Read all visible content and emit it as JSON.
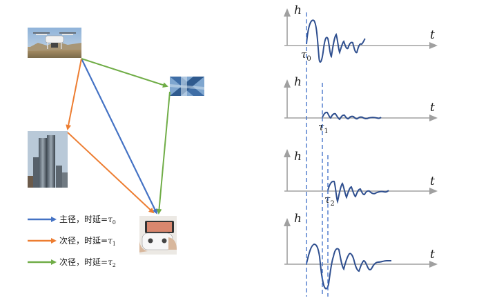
{
  "colors": {
    "main_path": "#4472c4",
    "secondary_path_1": "#ed7d31",
    "secondary_path_2": "#70ad47",
    "axis": "#a0a0a0",
    "signal": "#2f4f8f",
    "marker": "#3a6bc6"
  },
  "scene": {
    "nodes": [
      {
        "id": "drone",
        "icon": "drone-photo-icon"
      },
      {
        "id": "building",
        "icon": "building-photo-icon"
      },
      {
        "id": "glass",
        "icon": "glass-facade-photo-icon"
      },
      {
        "id": "receiver",
        "icon": "handheld-controller-photo-icon"
      }
    ]
  },
  "legend": [
    {
      "text": "主径，时延=",
      "tau": "τ",
      "sub": "0",
      "color": "#4472c4"
    },
    {
      "text": "次径，时延=",
      "tau": "τ",
      "sub": "1",
      "color": "#ed7d31"
    },
    {
      "text": "次径，时延=",
      "tau": "τ",
      "sub": "2",
      "color": "#70ad47"
    }
  ],
  "plots": [
    {
      "ylabel": "h",
      "xlabel": "t",
      "tau": "τ",
      "sub": "0"
    },
    {
      "ylabel": "h",
      "xlabel": "t",
      "tau": "τ",
      "sub": "1"
    },
    {
      "ylabel": "h",
      "xlabel": "t",
      "tau": "τ",
      "sub": "2"
    },
    {
      "ylabel": "h",
      "xlabel": "t"
    }
  ]
}
